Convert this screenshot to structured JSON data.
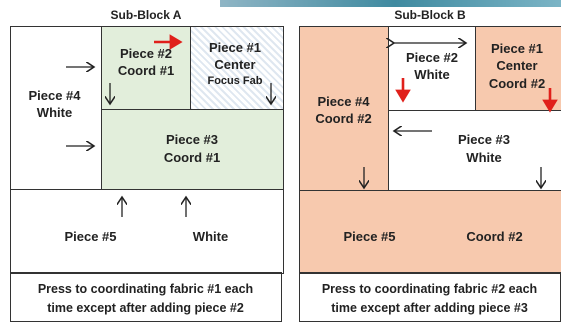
{
  "sub_block_a": {
    "title": "Sub-Block A",
    "piece2": [
      "Piece #2",
      "Coord #1"
    ],
    "piece1": [
      "Piece #1",
      "Center",
      "Focus Fab"
    ],
    "piece4": [
      "Piece #4",
      "White"
    ],
    "piece3": [
      "Piece #3",
      "Coord #1"
    ],
    "piece5_left": "Piece #5",
    "piece5_right": "White",
    "note": [
      "Press to coordinating fabric #1 each",
      "time except after adding piece #2"
    ]
  },
  "sub_block_b": {
    "title": "Sub-Block B",
    "piece2": [
      "Piece #2",
      "White"
    ],
    "piece1": [
      "Piece #1",
      "Center",
      "Coord #2"
    ],
    "piece4": [
      "Piece #4",
      "Coord #2"
    ],
    "piece3": [
      "Piece #3",
      "White"
    ],
    "piece5_left": "Piece #5",
    "piece5_right": "Coord #2",
    "note": [
      "Press to coordinating fabric #2 each",
      "time except after adding piece #3"
    ]
  },
  "colors": {
    "coord1_green": "#e2eedb",
    "coord2_peach": "#f7c9ae",
    "arrow_red": "#e0201b",
    "line": "#333333"
  }
}
